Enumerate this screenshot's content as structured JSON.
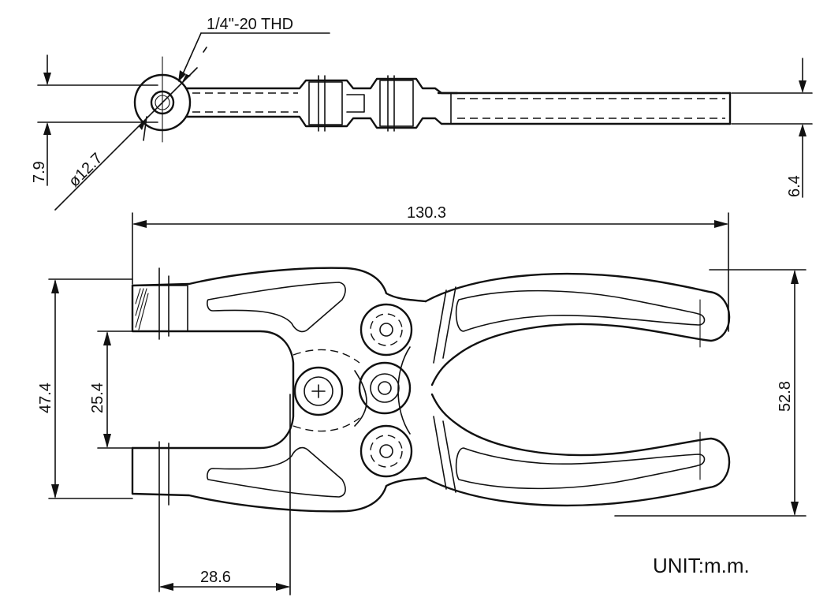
{
  "drawing": {
    "thread_label": "1/4\"-20 THD",
    "dia_label": "ø12.7",
    "dim_side_left": "7.9",
    "dim_side_right": "6.4",
    "dim_length": "130.3",
    "dim_outer_height": "47.4",
    "dim_jaw_gap": "25.4",
    "dim_handle_span": "52.8",
    "dim_jaw_length": "28.6",
    "unit": "UNIT:m.m."
  }
}
